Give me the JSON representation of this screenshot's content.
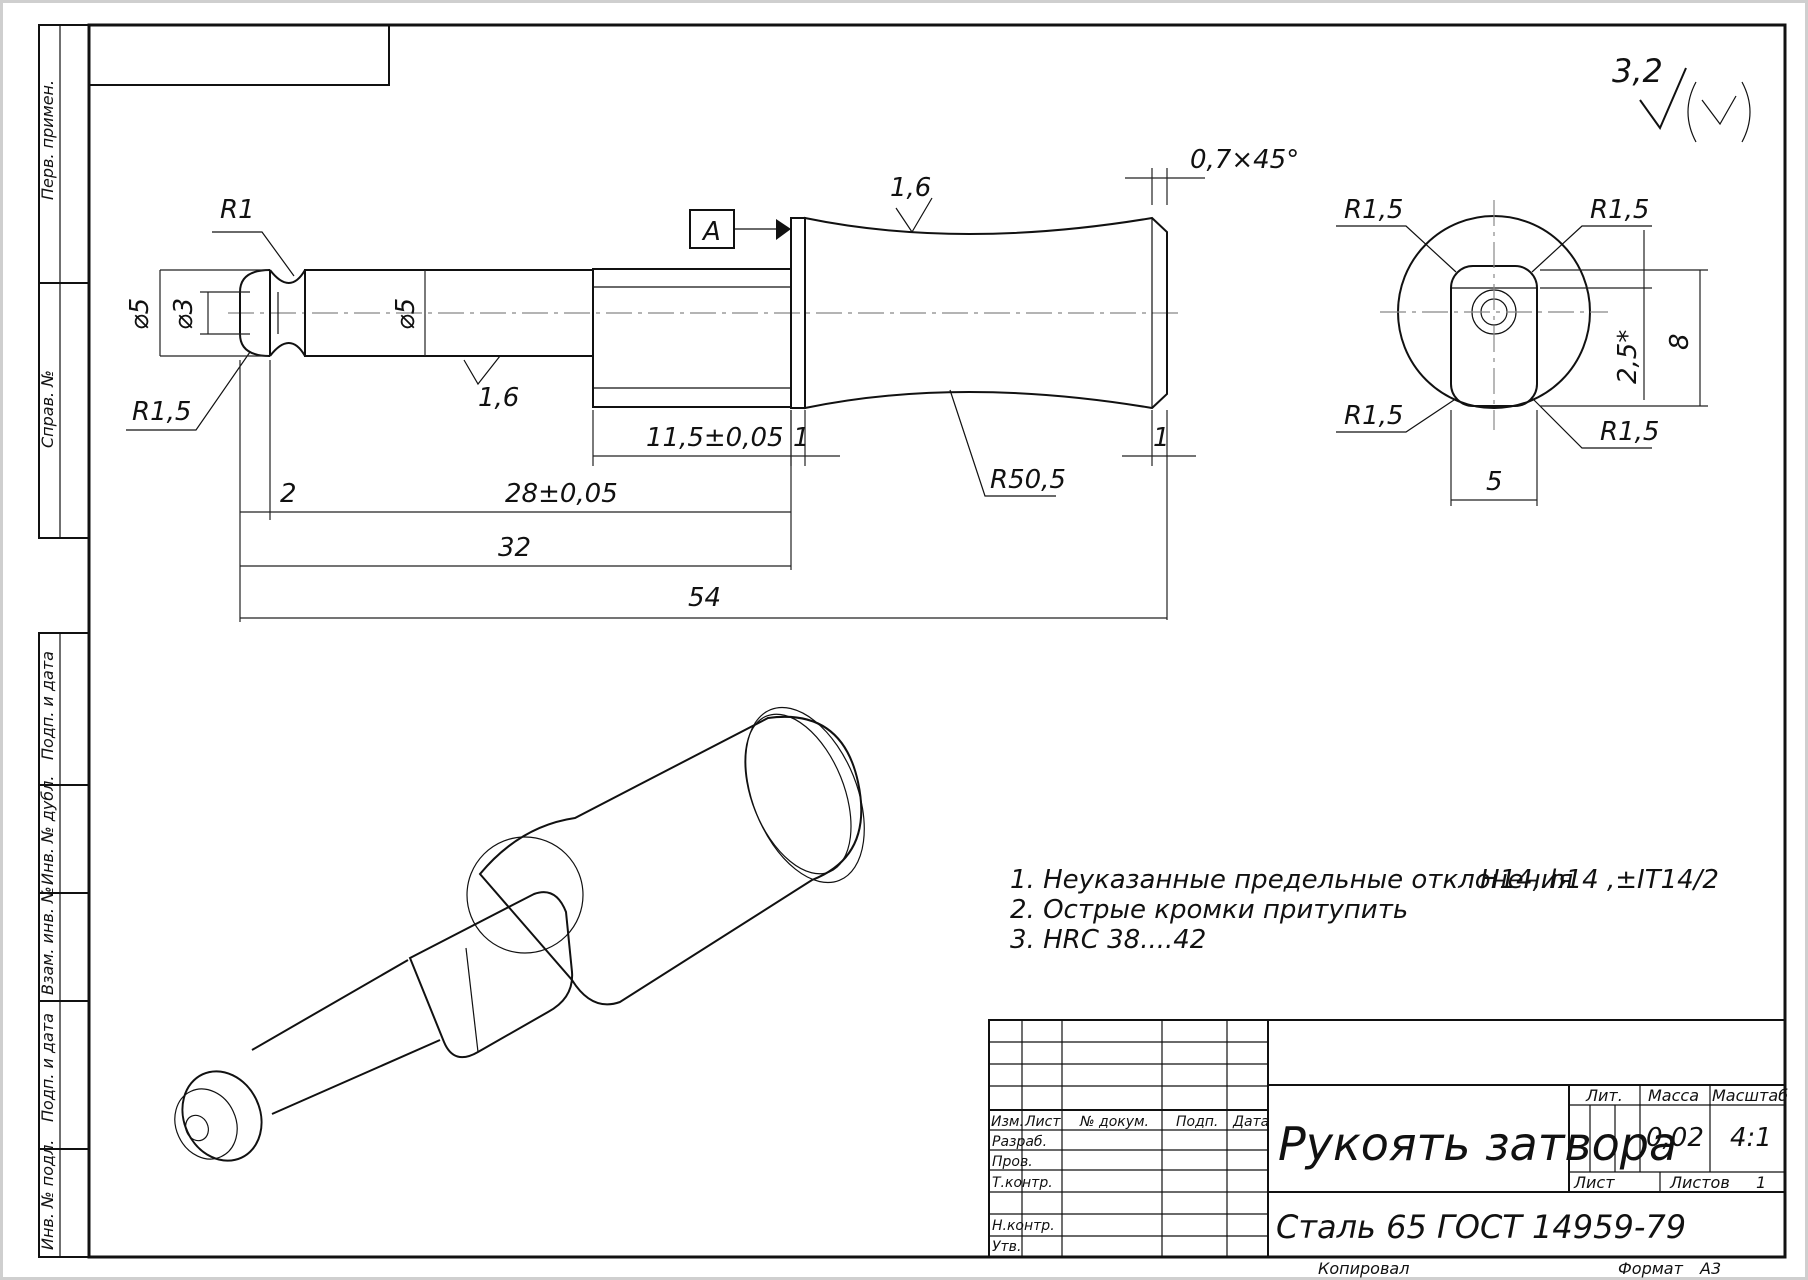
{
  "side_stamps": [
    "Перв. примен.",
    "Справ. №",
    "Подп. и дата",
    "Инв. № дубл.",
    "Взам. инв. №",
    "Подп. и дата",
    "Инв. № подл."
  ],
  "roughness": {
    "value": "3,2"
  },
  "front_view": {
    "datum": "A",
    "dims": {
      "chamfer": "0,7×45°",
      "rough_top": "1,6",
      "rough_bottom": "1,6",
      "r1": "R1",
      "r15": "R1,5",
      "d5": "⌀5",
      "d3": "⌀3",
      "d5_shaft": "⌀5",
      "len_11_5": "11,5±0,05",
      "len_1a": "1",
      "len_1b": "1",
      "r50_5": "R50,5",
      "len_2": "2",
      "len_28": "28±0,05",
      "len_32": "32",
      "len_54": "54"
    }
  },
  "end_view": {
    "r_tl": "R1,5",
    "r_tr": "R1,5",
    "r_bl": "R1,5",
    "r_br": "R1,5",
    "dim_8": "8",
    "dim_2_5": "2,5*",
    "dim_5": "5"
  },
  "notes": [
    "1. Неуказанные предельные отклонения",
    "H14, h14 ,±IT14/2",
    "2. Острые кромки притупить",
    "3. HRC 38....42"
  ],
  "title_block": {
    "headers": [
      "Изм.",
      "Лист",
      "№ докум.",
      "Подп.",
      "Дата"
    ],
    "rows": [
      "Разраб.",
      "Пров.",
      "Т.контр.",
      "Н.контр.",
      "Утв."
    ],
    "title": "Рукоять затвора",
    "material": "Сталь 65 ГОСТ 14959-79",
    "lit_label": "Лит.",
    "mass_label": "Масса",
    "scale_label": "Масштаб",
    "mass_value": "0,02",
    "scale_value": "4:1",
    "sheet_label": "Лист",
    "sheets_label": "Листов",
    "sheets_value": "1",
    "copied_label": "Копировал",
    "format_label": "Формат",
    "format_value": "A3"
  }
}
